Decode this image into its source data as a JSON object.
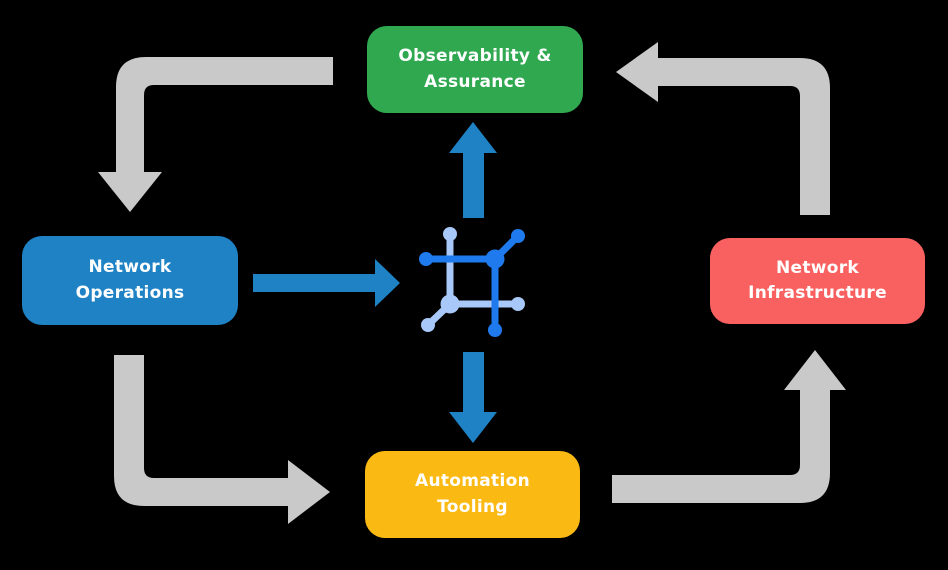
{
  "diagram": {
    "type": "cycle-flow-diagram",
    "background_color": "#000000",
    "nodes": [
      {
        "id": "observability-assurance",
        "label": "Observability &\nAssurance",
        "color": "#2FA850",
        "text_color": "#FFFFFF",
        "position": "top"
      },
      {
        "id": "network-operations",
        "label": "Network\nOperations",
        "color": "#1E82C5",
        "text_color": "#FFFFFF",
        "position": "left"
      },
      {
        "id": "network-infrastructure",
        "label": "Network\nInfrastructure",
        "color": "#F96161",
        "text_color": "#FFFFFF",
        "position": "right"
      },
      {
        "id": "automation-tooling",
        "label": "Automation\nTooling",
        "color": "#FBB914",
        "text_color": "#FFFFFF",
        "position": "bottom"
      }
    ],
    "center_icon": {
      "name": "network-automation-icon",
      "primary_color": "#1F7AEE",
      "secondary_color": "#A7C8F8"
    },
    "arrows": {
      "cycle_color": "#C9C9C9",
      "flow_color": "#1E82C5",
      "cycle": [
        {
          "from": "observability-assurance",
          "to": "network-operations"
        },
        {
          "from": "network-operations",
          "to": "automation-tooling"
        },
        {
          "from": "automation-tooling",
          "to": "network-infrastructure"
        },
        {
          "from": "network-infrastructure",
          "to": "observability-assurance"
        }
      ],
      "flows": [
        {
          "from": "network-operations",
          "to": "center-icon"
        },
        {
          "from": "center-icon",
          "to": "observability-assurance"
        },
        {
          "from": "center-icon",
          "to": "automation-tooling"
        }
      ]
    }
  }
}
